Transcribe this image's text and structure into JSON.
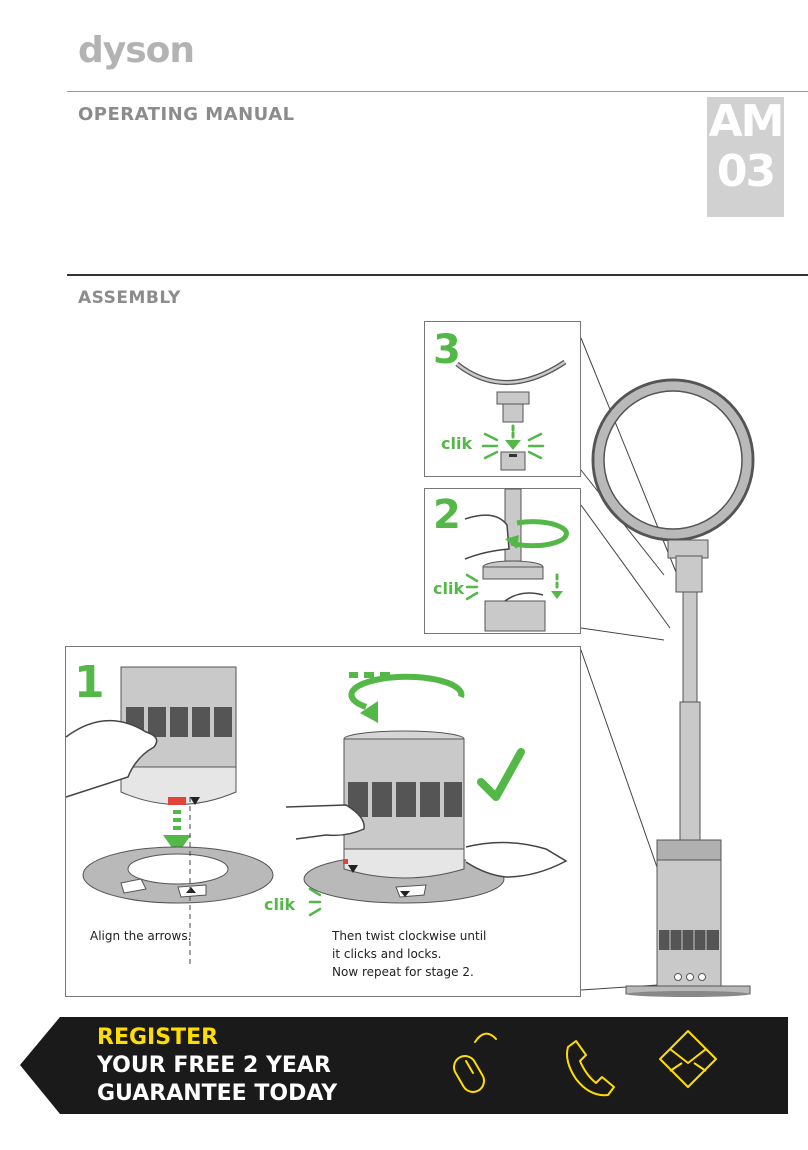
{
  "header": {
    "logo": "dyson",
    "manual_title": "OPERATING MANUAL",
    "model_line1": "AM",
    "model_line2": "03"
  },
  "section": {
    "title": "ASSEMBLY"
  },
  "steps": {
    "step3": {
      "number": "3",
      "sound": "clik"
    },
    "step2": {
      "number": "2",
      "sound": "clik"
    },
    "step1": {
      "number": "1",
      "sound": "clik",
      "caption_left": "Align the arrows.",
      "caption_right_line1": "Then twist clockwise until",
      "caption_right_line2": "it clicks and locks.",
      "caption_right_line3": "Now repeat for stage 2."
    }
  },
  "banner": {
    "line1": "REGISTER",
    "line2": "YOUR FREE 2 YEAR",
    "line3": "GUARANTEE TODAY",
    "icons": [
      "mouse-icon",
      "phone-icon",
      "envelope-icon"
    ]
  },
  "colors": {
    "accent_green": "#54b848",
    "banner_bg": "#1a1a1a",
    "banner_highlight": "#ffdd00",
    "model_box": "#d1d1d1"
  }
}
